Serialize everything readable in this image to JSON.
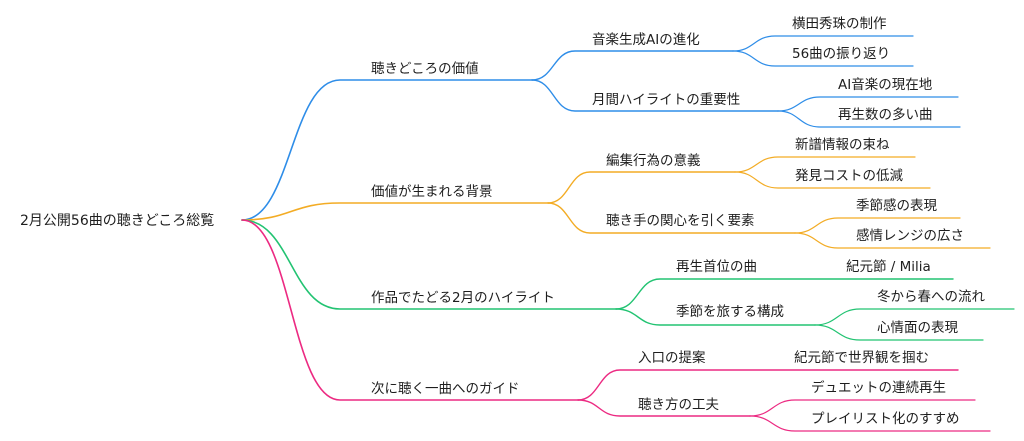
{
  "mindmap": {
    "root": {
      "label": "2月公開56曲の聴きどころ総覧"
    },
    "branches": [
      {
        "label": "聴きどころの価値",
        "color": "#2e8de8",
        "children": [
          {
            "label": "音楽生成AIの進化",
            "children": [
              {
                "label": "横田秀珠の制作"
              },
              {
                "label": "56曲の振り返り"
              }
            ]
          },
          {
            "label": "月間ハイライトの重要性",
            "children": [
              {
                "label": "AI音楽の現在地"
              },
              {
                "label": "再生数の多い曲"
              }
            ]
          }
        ]
      },
      {
        "label": "価値が生まれる背景",
        "color": "#f3ac25",
        "children": [
          {
            "label": "編集行為の意義",
            "children": [
              {
                "label": "新譜情報の束ね"
              },
              {
                "label": "発見コストの低減"
              }
            ]
          },
          {
            "label": "聴き手の関心を引く要素",
            "children": [
              {
                "label": "季節感の表現"
              },
              {
                "label": "感情レンジの広さ"
              }
            ]
          }
        ]
      },
      {
        "label": "作品でたどる2月のハイライト",
        "color": "#22c372",
        "children": [
          {
            "label": "再生首位の曲",
            "children": [
              {
                "label": "紀元節 / Milia"
              }
            ]
          },
          {
            "label": "季節を旅する構成",
            "children": [
              {
                "label": "冬から春への流れ"
              },
              {
                "label": "心情面の表現"
              }
            ]
          }
        ]
      },
      {
        "label": "次に聴く一曲へのガイド",
        "color": "#ec2a82",
        "children": [
          {
            "label": "入口の提案",
            "children": [
              {
                "label": "紀元節で世界観を掴む"
              }
            ]
          },
          {
            "label": "聴き方の工夫",
            "children": [
              {
                "label": "デュエットの連続再生"
              },
              {
                "label": "プレイリスト化のすすめ"
              }
            ]
          }
        ]
      }
    ]
  }
}
